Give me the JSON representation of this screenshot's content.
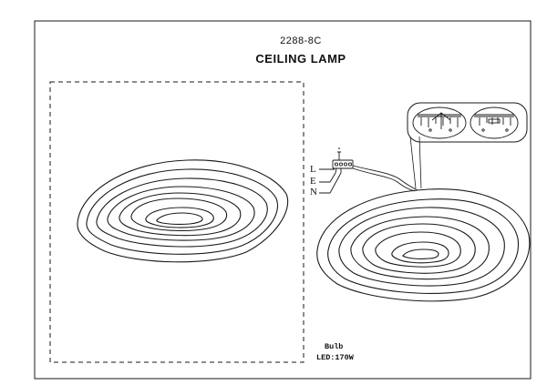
{
  "sheet": {
    "model": "2288-8C",
    "product": "CEILING LAMP"
  },
  "wiring": {
    "labels": [
      "L",
      "E",
      "N"
    ]
  },
  "bulb": {
    "label": "Bulb",
    "spec": "LED:170W"
  },
  "colors": {
    "line": "#1a1a1a",
    "background": "#ffffff"
  }
}
